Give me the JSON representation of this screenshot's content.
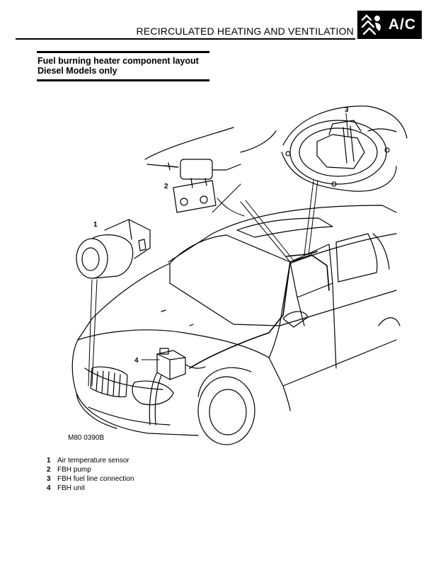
{
  "header": {
    "title": "RECIRCULATED HEATING AND VENTILATION",
    "badge_label": "A/C",
    "badge_icon": "fan-flow-icon"
  },
  "section": {
    "title_line1": "Fuel burning heater component layout",
    "title_line2": "Diesel Models only"
  },
  "figure": {
    "reference": "M80 0390B",
    "callouts": [
      "1",
      "2",
      "3",
      "4"
    ]
  },
  "legend": [
    {
      "num": "1",
      "label": "Air temperature sensor"
    },
    {
      "num": "2",
      "label": "FBH pump"
    },
    {
      "num": "3",
      "label": "FBH fuel line connection"
    },
    {
      "num": "4",
      "label": "FBH unit"
    }
  ]
}
